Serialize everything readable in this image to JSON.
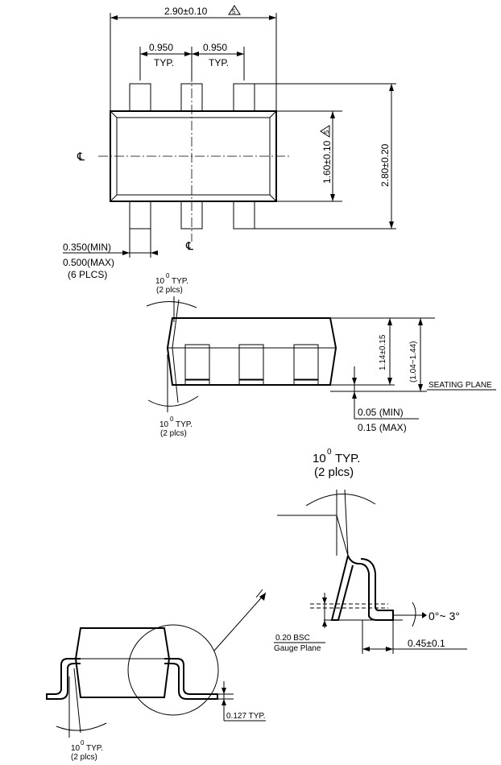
{
  "top_view": {
    "width_dim": "2.90±0.10",
    "width_note": "5",
    "pitch_left": "0.950",
    "pitch_right": "0.950",
    "pitch_typ_left": "TYP.",
    "pitch_typ_right": "TYP.",
    "body_width_dim": "1.60±0.10",
    "body_width_note": "5",
    "overall_dim": "2.80±0.20",
    "centerline_symbol": "℄",
    "lead_min": "0.350(MIN)",
    "lead_max": "0.500(MAX)",
    "lead_count": "(6 PLCS)"
  },
  "side_view": {
    "angle_top_value": "10",
    "angle_top_deg": "0",
    "angle_top_typ": "TYP.",
    "angle_top_plcs": "(2 plcs)",
    "angle_bottom_value": "10",
    "angle_bottom_deg": "0",
    "angle_bottom_typ": "TYP.",
    "angle_bottom_plcs": "(2 plcs)",
    "height_dim": "1.14±0.15",
    "height_range": "(1.04~1.44)",
    "seating_plane": "SEATING PLANE",
    "standoff_min": "0.05  (MIN)",
    "standoff_max": "0.15  (MAX)"
  },
  "detail_view": {
    "angle_value": "10",
    "angle_deg": "0",
    "angle_typ": "TYP.",
    "angle_plcs": "(2 plcs)",
    "gauge_dim": "0.20  BSC",
    "gauge_label": "Gauge Plane",
    "foot_angle": "0°~ 3°",
    "foot_length": "0.45±0.1"
  },
  "end_view": {
    "angle_value": "10",
    "angle_deg": "0",
    "angle_typ": "TYP.",
    "angle_plcs": "(2 plcs)",
    "lead_thickness": "0.127  TYP."
  }
}
